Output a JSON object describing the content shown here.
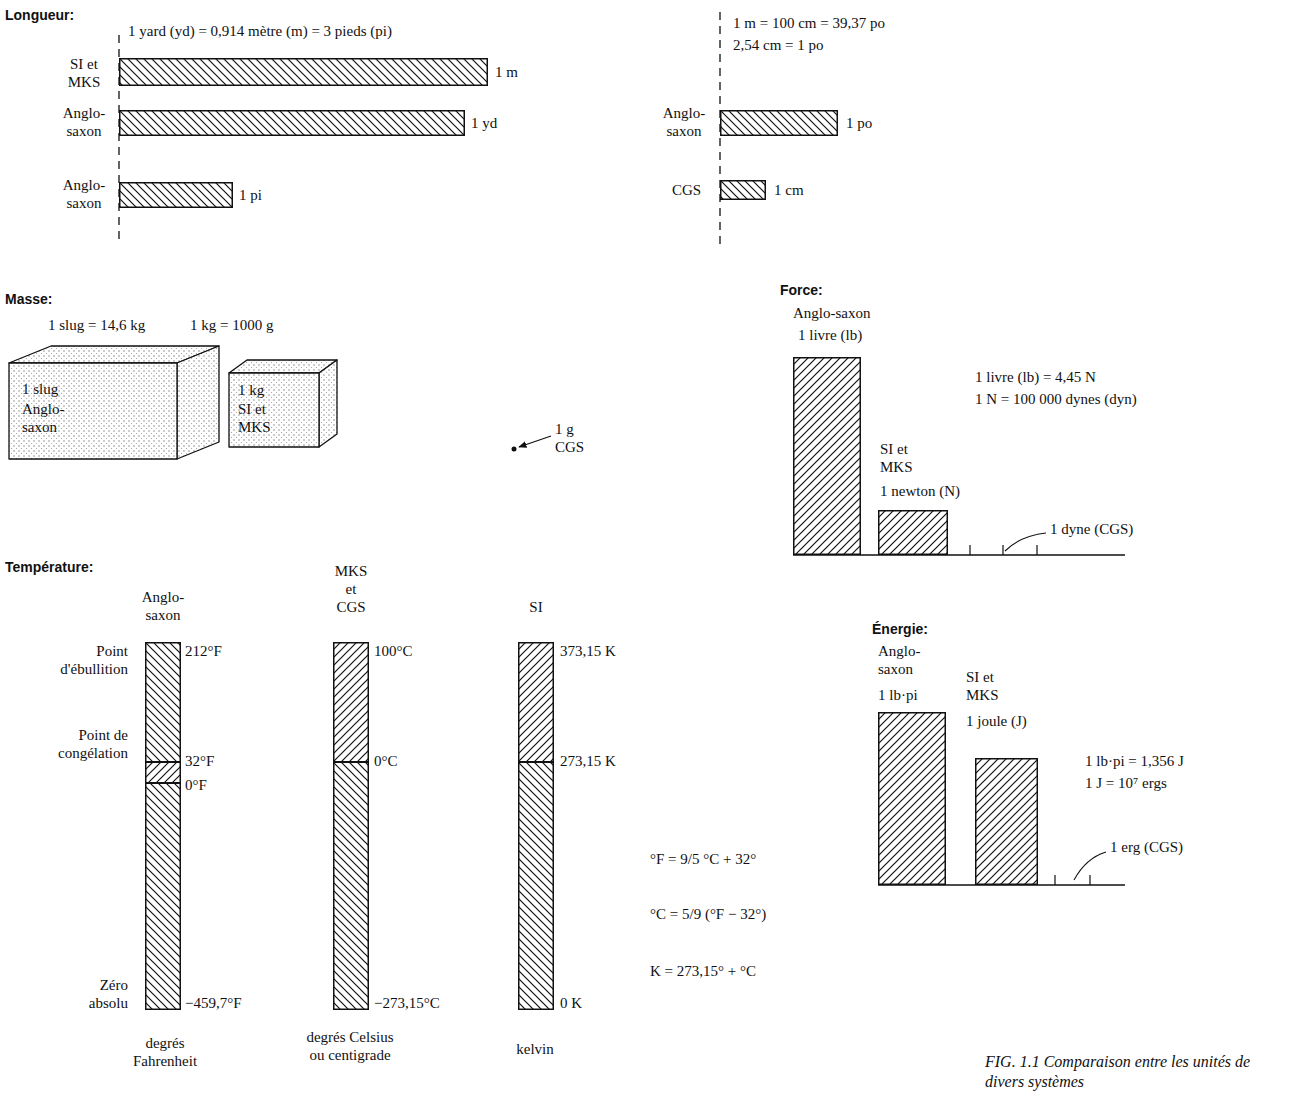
{
  "diagram": {
    "caption": "FIG. 1.1 Comparaison entre les unités de divers systèmes",
    "nodes": [
      {
        "text": [
          "SI et MKS",
          "1 m"
        ]
      },
      {
        "text": [
          "Anglo-saxon",
          "1 yd"
        ]
      },
      {
        "text": [
          "Anglo-saxon",
          "1 pi"
        ]
      },
      {
        "text": [
          "Anglo-saxon",
          "1 po"
        ]
      },
      {
        "text": [
          "CGS",
          "1 cm"
        ]
      },
      {
        "text": [
          "1 slug",
          "Anglo-saxon"
        ]
      },
      {
        "text": [
          "1 kg",
          "SI et MKS"
        ]
      },
      {
        "text": [
          "Anglo-saxon",
          "1 livre (lb)"
        ]
      },
      {
        "text": [
          "SI et MKS",
          "1 newton (N)"
        ]
      },
      {
        "text": [
          "Anglo-saxon",
          "212°F",
          "32°F",
          "0°F",
          "−459,7°F",
          "degrés Fahrenheit"
        ]
      },
      {
        "text": [
          "MKS et CGS",
          "100°C",
          "0°C",
          "−273,15°C",
          "degrés Celsius ou centigrade"
        ]
      },
      {
        "text": [
          "SI",
          "373,15 K",
          "273,15 K",
          "0 K",
          "kelvin"
        ]
      },
      {
        "text": [
          "Anglo-saxon",
          "1 lb·pi"
        ]
      },
      {
        "text": [
          "SI et MKS",
          "1 joule (J)"
        ]
      }
    ],
    "labels": [
      "Longueur:",
      "1 yard (yd) = 0,914 mètre (m) = 3 pieds (pi)",
      "1 m = 100 cm = 39,37 po",
      "2,54 cm = 1 po",
      "Masse:",
      "1 slug = 14,6 kg",
      "1 kg = 1000 g",
      "1 g CGS",
      "Force:",
      "1 livre (lb) = 4,45 N",
      "1 N = 100 000 dynes (dyn)",
      "1 dyne (CGS)",
      "Température:",
      "Point d'ébullition",
      "Point de congélation",
      "Zéro absolu",
      "°F = 9/5 °C + 32°",
      "°C = 5/9 (°F − 32°)",
      "K = 273,15° + °C",
      "Énergie:",
      "1 lb·pi = 1,356 J",
      "1 J = 10⁷ ergs",
      "1 erg (CGS)"
    ]
  }
}
